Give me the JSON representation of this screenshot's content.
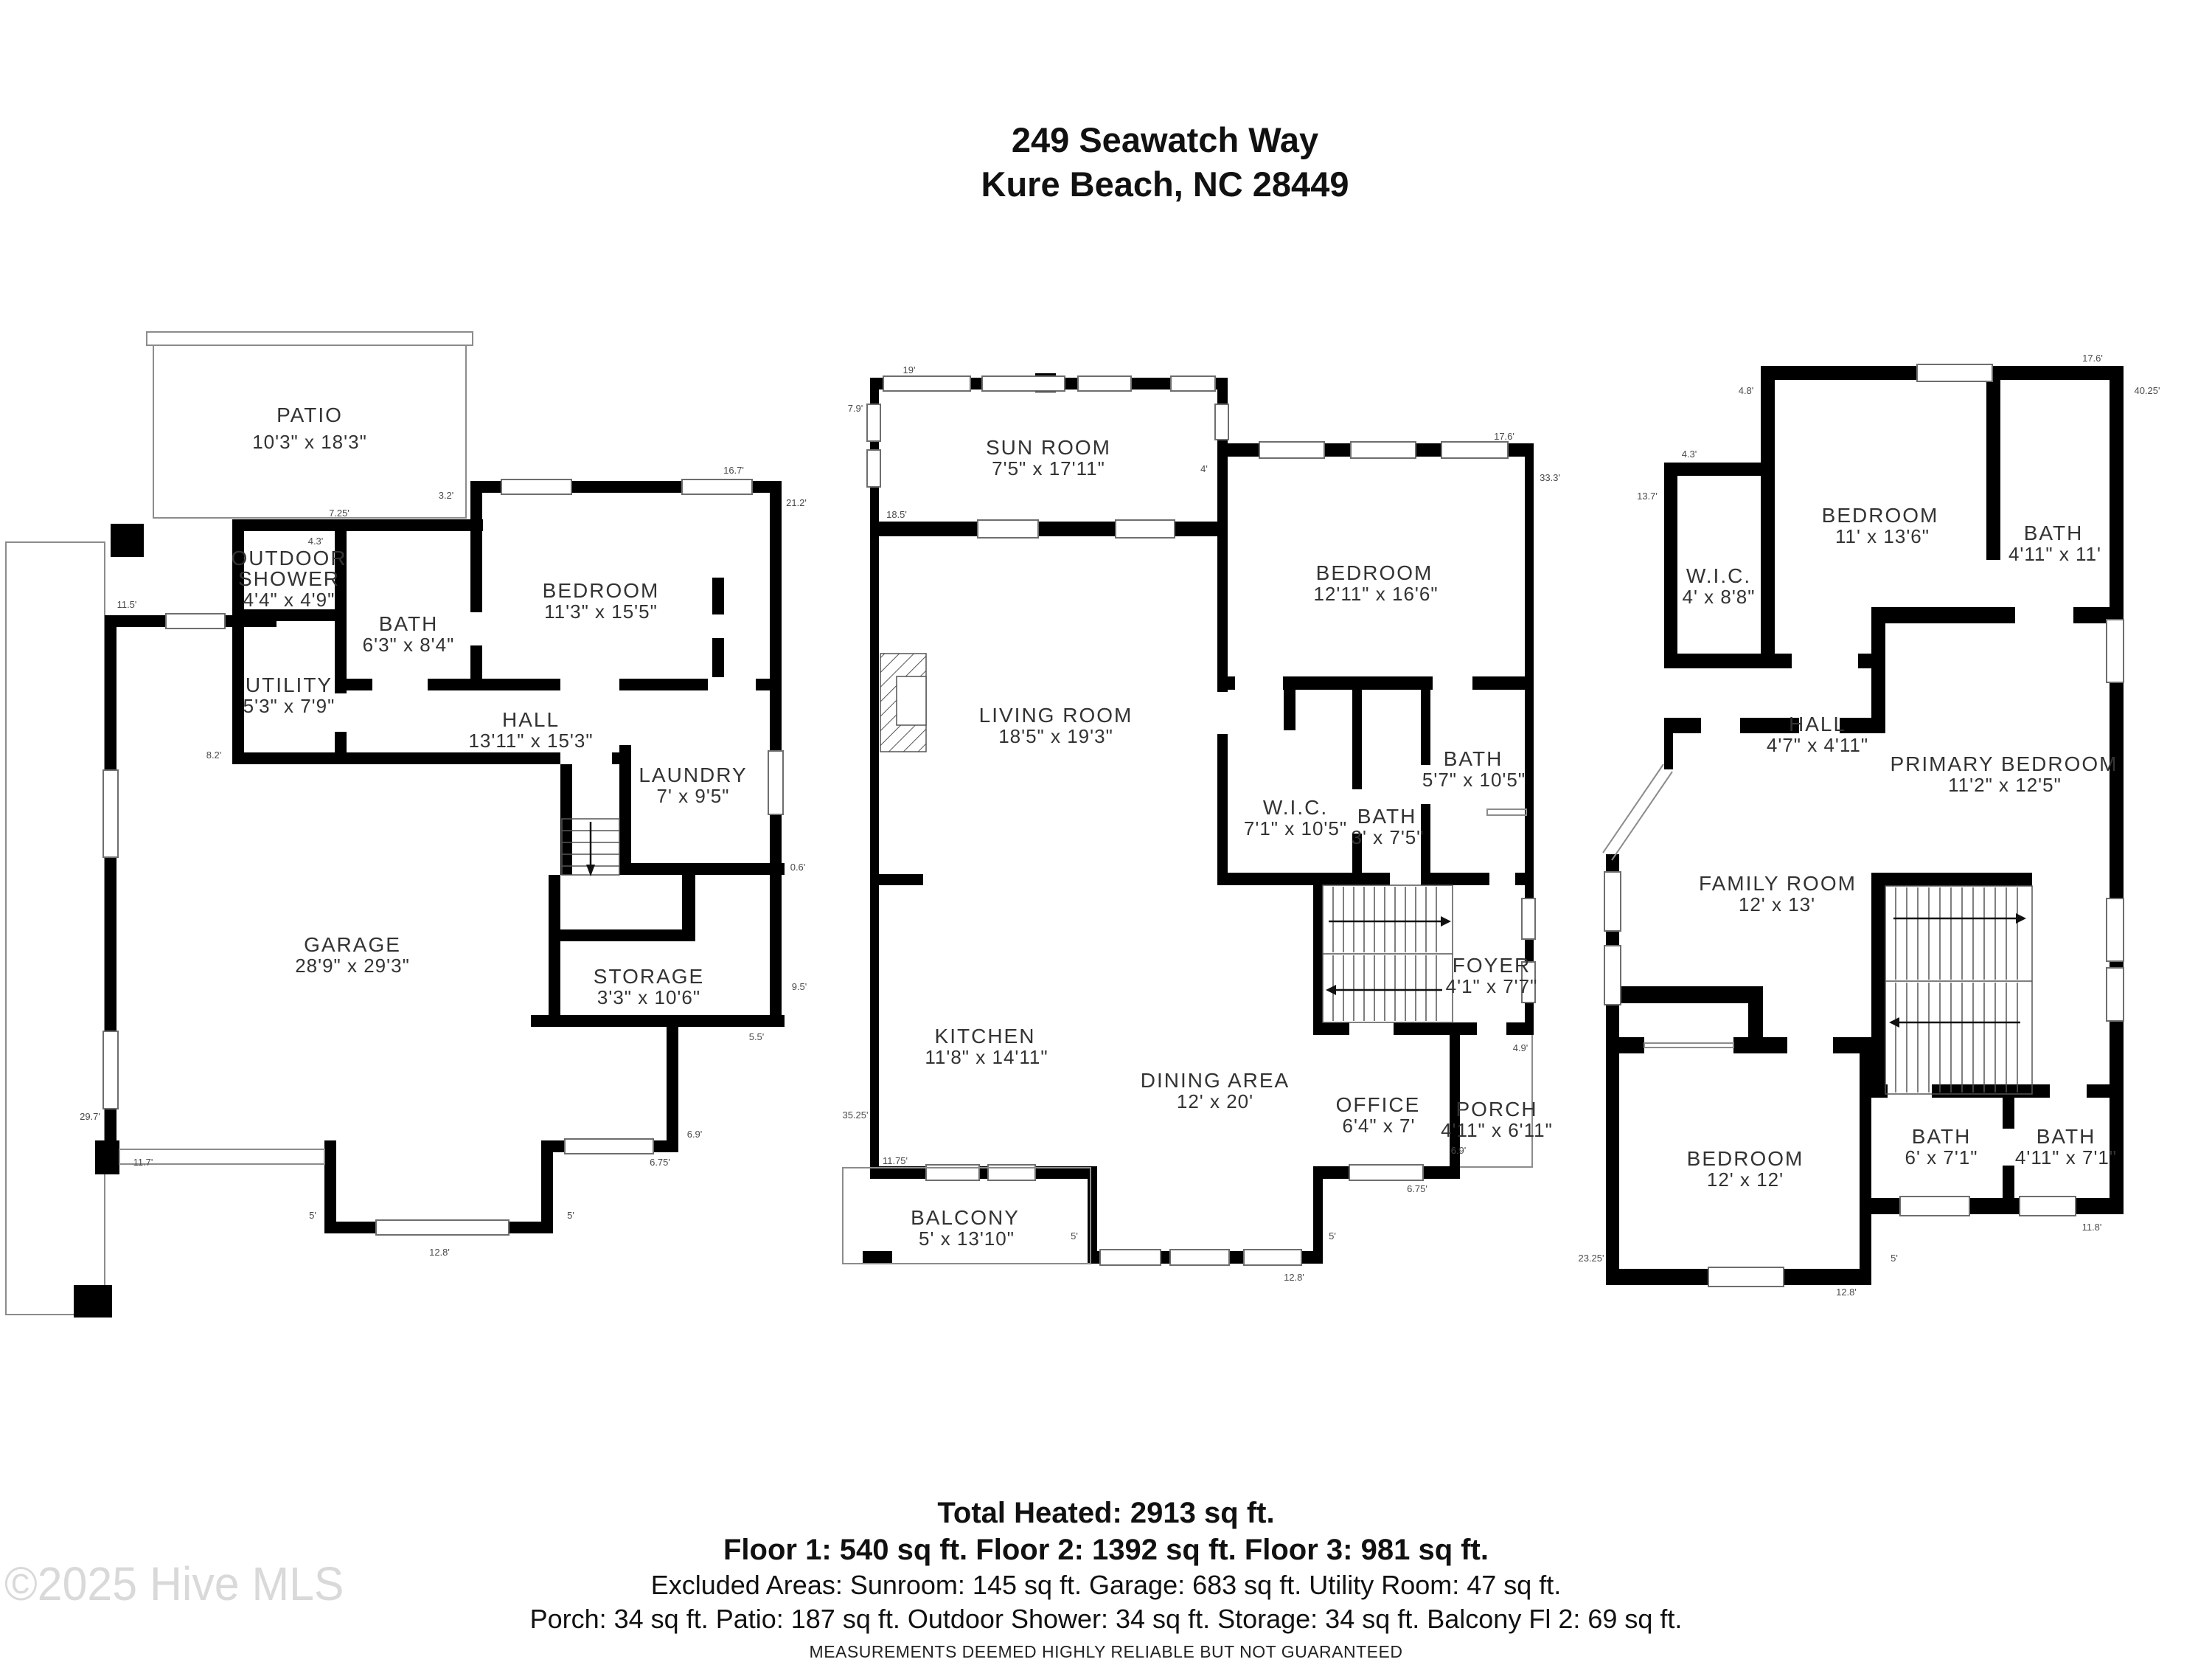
{
  "title": {
    "l1": "249 Seawatch Way",
    "l2": "Kure Beach, NC 28449"
  },
  "floors": {
    "f1": {
      "rooms": {
        "patio": {
          "n": "PATIO",
          "d": "10'3\" x 18'3\""
        },
        "outdoor_shower": {
          "n1": "OUTDOOR",
          "n2": "SHOWER",
          "d": "4'4\" x 4'9\""
        },
        "bath": {
          "n": "BATH",
          "d": "6'3\" x 8'4\""
        },
        "bedroom": {
          "n": "BEDROOM",
          "d": "11'3\" x 15'5\""
        },
        "utility": {
          "n": "UTILITY",
          "d": "5'3\" x 7'9\""
        },
        "hall": {
          "n": "HALL",
          "d": "13'11\" x 15'3\""
        },
        "laundry": {
          "n": "LAUNDRY",
          "d": "7' x 9'5\""
        },
        "garage": {
          "n": "GARAGE",
          "d": "28'9\" x 29'3\""
        },
        "storage": {
          "n": "STORAGE",
          "d": "3'3\" x 10'6\""
        }
      },
      "edges": {
        "top": "16.7'",
        "right_top": "21.2'",
        "patio_right": "3.2'",
        "patio_bottom": "7.25'",
        "shower_top": "4.3'",
        "left_upper": "11.5'",
        "left_mid": "8.2'",
        "step": "0.6'",
        "storage_right": "9.5'",
        "storage_bottom": "5.5'",
        "left_lower": "29.7'",
        "bottom_left": "11.7'",
        "corridor_right": "6.9'",
        "corridor_bottom": "6.75'",
        "door_left": "5'",
        "door_right": "5'",
        "bottom_center": "12.8'"
      }
    },
    "f2": {
      "rooms": {
        "sunroom": {
          "n": "SUN ROOM",
          "d": "7'5\" x 17'11\""
        },
        "bedroom": {
          "n": "BEDROOM",
          "d": "12'11\" x 16'6\""
        },
        "living": {
          "n": "LIVING ROOM",
          "d": "18'5\" x 19'3\""
        },
        "wic": {
          "n": "W.I.C.",
          "d": "7'1\" x 10'5\""
        },
        "bath_small": {
          "n": "BATH",
          "d": "3' x 7'5\""
        },
        "bath_big": {
          "n": "BATH",
          "d": "5'7\" x 10'5\""
        },
        "foyer": {
          "n": "FOYER",
          "d": "4'1\" x 7'7\""
        },
        "kitchen": {
          "n": "KITCHEN",
          "d": "11'8\" x 14'11\""
        },
        "dining": {
          "n": "DINING AREA",
          "d": "12' x 20'"
        },
        "office": {
          "n": "OFFICE",
          "d": "6'4\" x 7'"
        },
        "porch": {
          "n": "PORCH",
          "d": "4'11\" x 6'11\""
        },
        "balcony": {
          "n": "BALCONY",
          "d": "5' x 13'10\""
        }
      },
      "edges": {
        "top_left": "19'",
        "left_top": "7.9'",
        "sun_bottom": "18.5'",
        "sun_right": "4'",
        "top_right": "17.6'",
        "right_top": "33.3'",
        "left_bottom": "35.25'",
        "balcony_top": "11.75'",
        "door_left": "5'",
        "door_right": "5'",
        "bottom_center": "12.8'",
        "office_bottom": "6.75'",
        "porch_bottom": "6.9'",
        "porch_top": "4.9'"
      }
    },
    "f3": {
      "rooms": {
        "wic": {
          "n": "W.I.C.",
          "d": "4' x 8'8\""
        },
        "bedroom_top": {
          "n": "BEDROOM",
          "d": "11' x 13'6\""
        },
        "bath_top": {
          "n": "BATH",
          "d": "4'11\" x 11'"
        },
        "hall": {
          "n": "HALL",
          "d": "4'7\" x 4'11\""
        },
        "primary": {
          "n": "PRIMARY BEDROOM",
          "d": "11'2\" x 12'5\""
        },
        "family": {
          "n": "FAMILY ROOM",
          "d": "12' x 13'"
        },
        "bedroom_bottom": {
          "n": "BEDROOM",
          "d": "12' x 12'"
        },
        "bath_left": {
          "n": "BATH",
          "d": "6' x 7'1\""
        },
        "bath_right": {
          "n": "BATH",
          "d": "4'11\" x 7'1\""
        }
      },
      "edges": {
        "top_left": "4.8'",
        "top_right": "17.6'",
        "right_top": "40.25'",
        "wic_top": "4.3'",
        "wic_left": "13.7'",
        "bottom_left": "23.25'",
        "bottom_center": "12.8'",
        "bottom_mid": "5'",
        "bath_bottom": "11.8'"
      }
    }
  },
  "summary": {
    "l1": "Total Heated: 2913 sq ft.",
    "l2": "Floor 1: 540 sq ft. Floor 2: 1392 sq ft. Floor 3: 981 sq ft.",
    "l3": "Excluded Areas: Sunroom: 145 sq ft. Garage: 683 sq ft. Utility Room: 47 sq ft.",
    "l4": "Porch: 34 sq ft. Patio: 187 sq ft. Outdoor Shower: 34 sq ft. Storage: 34 sq ft. Balcony Fl 2: 69 sq ft."
  },
  "disclaimer": "MEASUREMENTS DEEMED HIGHLY RELIABLE BUT NOT GUARANTEED",
  "watermark": "©2025 Hive MLS"
}
